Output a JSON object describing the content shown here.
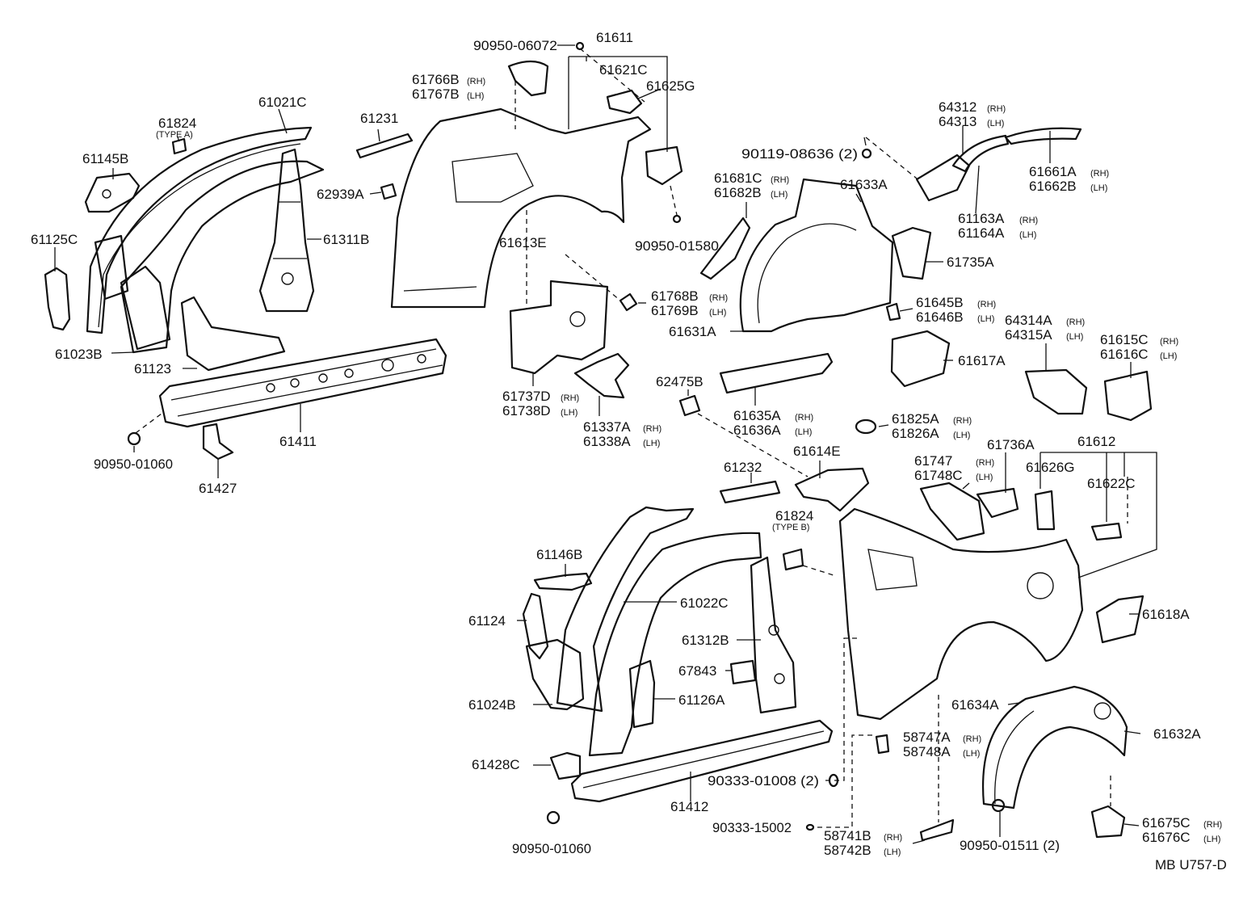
{
  "labels": {
    "p90950_06072": "90950-06072",
    "p61611": "61611",
    "p61621c": "61621C",
    "p61625g": "61625G",
    "p61766b": "61766B",
    "p61767b": "61767B",
    "p61021c": "61021C",
    "p61824a": "61824",
    "type_a": "(TYPE A)",
    "p61231": "61231",
    "p61145b": "61145B",
    "p62939a": "62939A",
    "p61311b": "61311B",
    "p61125c": "61125C",
    "p61613e": "61613E",
    "p90950_01580": "90950-01580",
    "p61023b": "61023B",
    "p61123": "61123",
    "p61411": "61411",
    "p90950_01060_a": "90950-01060",
    "p61427": "61427",
    "p61768b": "61768B",
    "p61769b": "61769B",
    "p61737d": "61737D",
    "p61738d": "61738D",
    "p61337a": "61337A",
    "p61338a": "61338A",
    "p62475b": "62475B",
    "p64312": "64312",
    "p64313": "64313",
    "p90119_08636": "90119-08636 (2)",
    "p61661a": "61661A",
    "p61662b": "61662B",
    "p61681c": "61681C",
    "p61682b": "61682B",
    "p61633a": "61633A",
    "p61163a": "61163A",
    "p61164a": "61164A",
    "p61735a": "61735A",
    "p61645b": "61645B",
    "p61646b": "61646B",
    "p61631a": "61631A",
    "p64314a": "64314A",
    "p64315a": "64315A",
    "p61615c": "61615C",
    "p61616c": "61616C",
    "p61617a": "61617A",
    "p61635a": "61635A",
    "p61636a": "61636A",
    "p61825a": "61825A",
    "p61826a": "61826A",
    "p61736a": "61736A",
    "p61612": "61612",
    "p61747": "61747",
    "p61748c": "61748C",
    "p61626g": "61626G",
    "p61622c": "61622C",
    "p61614e": "61614E",
    "p61232": "61232",
    "p61824b": "61824",
    "type_b": "(TYPE B)",
    "p61146b": "61146B",
    "p61022c": "61022C",
    "p61124": "61124",
    "p61312b": "61312B",
    "p67843": "67843",
    "p61024b": "61024B",
    "p61126a": "61126A",
    "p61618a": "61618A",
    "p61634a": "61634A",
    "p61632a": "61632A",
    "p61428c": "61428C",
    "p90333_01008": "90333-01008 (2)",
    "p58747a": "58747A",
    "p58748a": "58748A",
    "p61412": "61412",
    "p90333_15002": "90333-15002",
    "p58741b": "58741B",
    "p58742b": "58742B",
    "p90950_01511": "90950-01511 (2)",
    "p61675c": "61675C",
    "p61676c": "61676C",
    "p90950_01060_b": "90950-01060",
    "code": "MB U757-D"
  },
  "side": {
    "rh": "(RH)",
    "lh": "(LH)"
  }
}
